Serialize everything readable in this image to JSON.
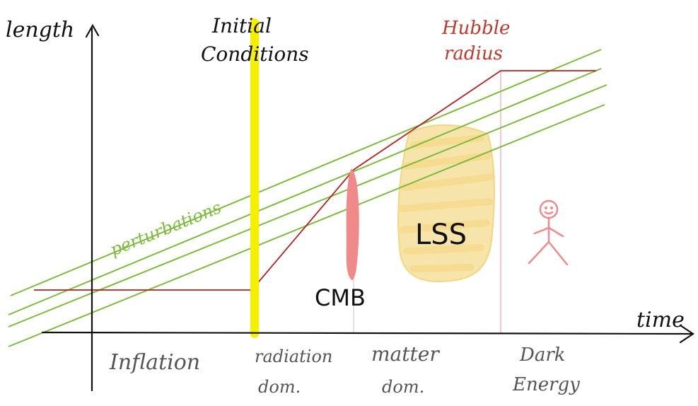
{
  "axes": {
    "y_label": "length",
    "x_label": "time"
  },
  "annotations": {
    "initial_conditions": [
      "Initial",
      "Conditions"
    ],
    "hubble_radius": [
      "Hubble",
      "radius"
    ],
    "perturbations": "perturbations",
    "cmb": "CMB",
    "lss": "LSS"
  },
  "eras": {
    "inflation": "Inflation",
    "radiation": [
      "radiation",
      "dom."
    ],
    "matter": [
      "matter",
      "dom."
    ],
    "dark_energy": [
      "Dark",
      "Energy"
    ]
  },
  "colors": {
    "axis": "#111111",
    "hubble": "#b22222",
    "perturbation": "#7dbb3c",
    "initial_conditions_bar": "#f5f000",
    "cmb_bar": "#f08a8a",
    "lss_blob": "#f7e3a6",
    "figure": "#f08a8a",
    "era_text": "#555555",
    "annotation_text": "#111111",
    "hubble_text": "#c0392b",
    "perturbation_text": "#7dbb3c"
  },
  "icons": {
    "person": "stick-figure-icon"
  }
}
